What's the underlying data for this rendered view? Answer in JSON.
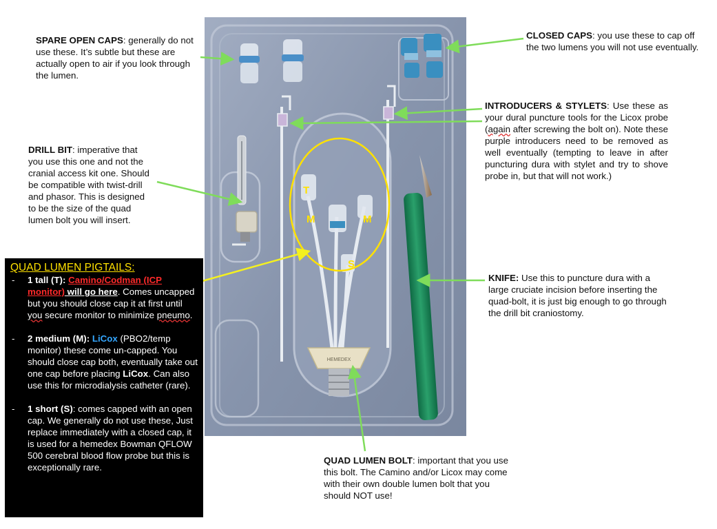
{
  "annotations": {
    "spare_open_caps": {
      "title": "SPARE OPEN CAPS",
      "body": ": generally do not use these. It’s subtle but these are actually open to air if you look through the lumen."
    },
    "closed_caps": {
      "title": "CLOSED CAPS",
      "body": ": you use these to cap off the two lumens you will not use eventually."
    },
    "introducers": {
      "title": "INTRODUCERS & STYLETS",
      "body_a": ": Use these as your dural puncture tools for the Licox probe (",
      "squiggle": "again",
      "body_b": " after screwing the bolt on). Note these purple introducers need to be removed as well eventually (tempting to leave in after puncturing dura with stylet and try to shove probe in, but that will not work.)"
    },
    "drill_bit": {
      "title": "DRILL BIT",
      "body": ": imperative that you use this one and not the cranial access kit one. Should be compatible with twist-drill and phasor. This is designed to be the size of the quad lumen bolt you will insert."
    },
    "knife": {
      "title": "KNIFE:",
      "body": " Use this to puncture dura with a large cruciate incision before inserting the quad-bolt, it is just big enough to go through the drill bit craniostomy."
    },
    "quad_lumen_bolt": {
      "title": "QUAD LUMEN BOLT",
      "body": ": important that you use this bolt. The Camino and/or Licox may come with their own double lumen bolt that you should NOT use!"
    }
  },
  "pigtails": {
    "header": "QUAD LUMEN PIGTAILS:",
    "dash": "-",
    "tall": {
      "label": "1 tall (T):",
      "device": "Camino/Codman (ICP monitor)",
      "go_here": " will go here",
      "text_a": ". Comes uncapped but you should close cap it at first until ",
      "you": "you",
      "text_b": " secure monitor to minimize ",
      "pneumo": "pneumo",
      "end": "."
    },
    "medium": {
      "label": "2 medium (M):",
      "licox": "LiCox",
      "text_a": "  (PBO2/temp monitor) these come un-capped. You should close cap both, eventually take out one cap before placing ",
      "licox_bold": "LiCox",
      "text_b": ". Can also use this for microdialysis catheter (rare)."
    },
    "short": {
      "label": "1 short (S)",
      "text": ": comes capped with an open cap. We generally do not use these, Just replace immediately with a closed cap, it is used for a hemedex Bowman  QFLOW 500 cerebral blood flow probe but this is exceptionally rare."
    }
  },
  "photo_labels": {
    "t": "T",
    "m_left": "M",
    "m_right": "M",
    "s": "S",
    "bolt_text": "HEMEDEX"
  },
  "colors": {
    "arrow_green": "#7fdc5a",
    "arrow_yellow": "#f4f020",
    "highlight_yellow": "#ffe100",
    "tray_bg": "#8d9bb2",
    "knife_green": "#1f8a5c",
    "cap_blue": "#3a8fc0"
  }
}
